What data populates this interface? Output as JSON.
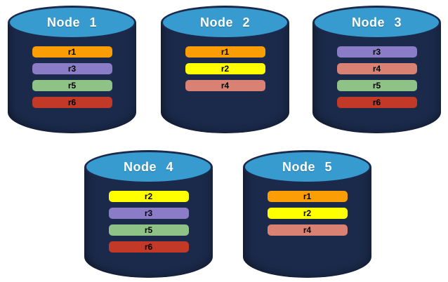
{
  "diagram": {
    "background": "#FFFFFF",
    "nodes": [
      {
        "label": "Node 1",
        "replicas": [
          "r1",
          "r3",
          "r5",
          "r6"
        ]
      },
      {
        "label": "Node 2",
        "replicas": [
          "r1",
          "r2",
          "r4"
        ]
      },
      {
        "label": "Node 3",
        "replicas": [
          "r3",
          "r4",
          "r5",
          "r6"
        ]
      },
      {
        "label": "Node 4",
        "replicas": [
          "r2",
          "r3",
          "r5",
          "r6"
        ]
      },
      {
        "label": "Node 5",
        "replicas": [
          "r1",
          "r2",
          "r4"
        ]
      }
    ],
    "replica_colors": {
      "r1": "#FB9D05",
      "r2": "#FFFF00",
      "r3": "#8B7CC8",
      "r4": "#D98173",
      "r5": "#8EC287",
      "r6": "#C23928"
    },
    "cylinder": {
      "body_color": "#1B2A4B",
      "top_color": "#379BCF",
      "label_color": "#FFFFFF",
      "bar_text_color": "#000000"
    }
  }
}
